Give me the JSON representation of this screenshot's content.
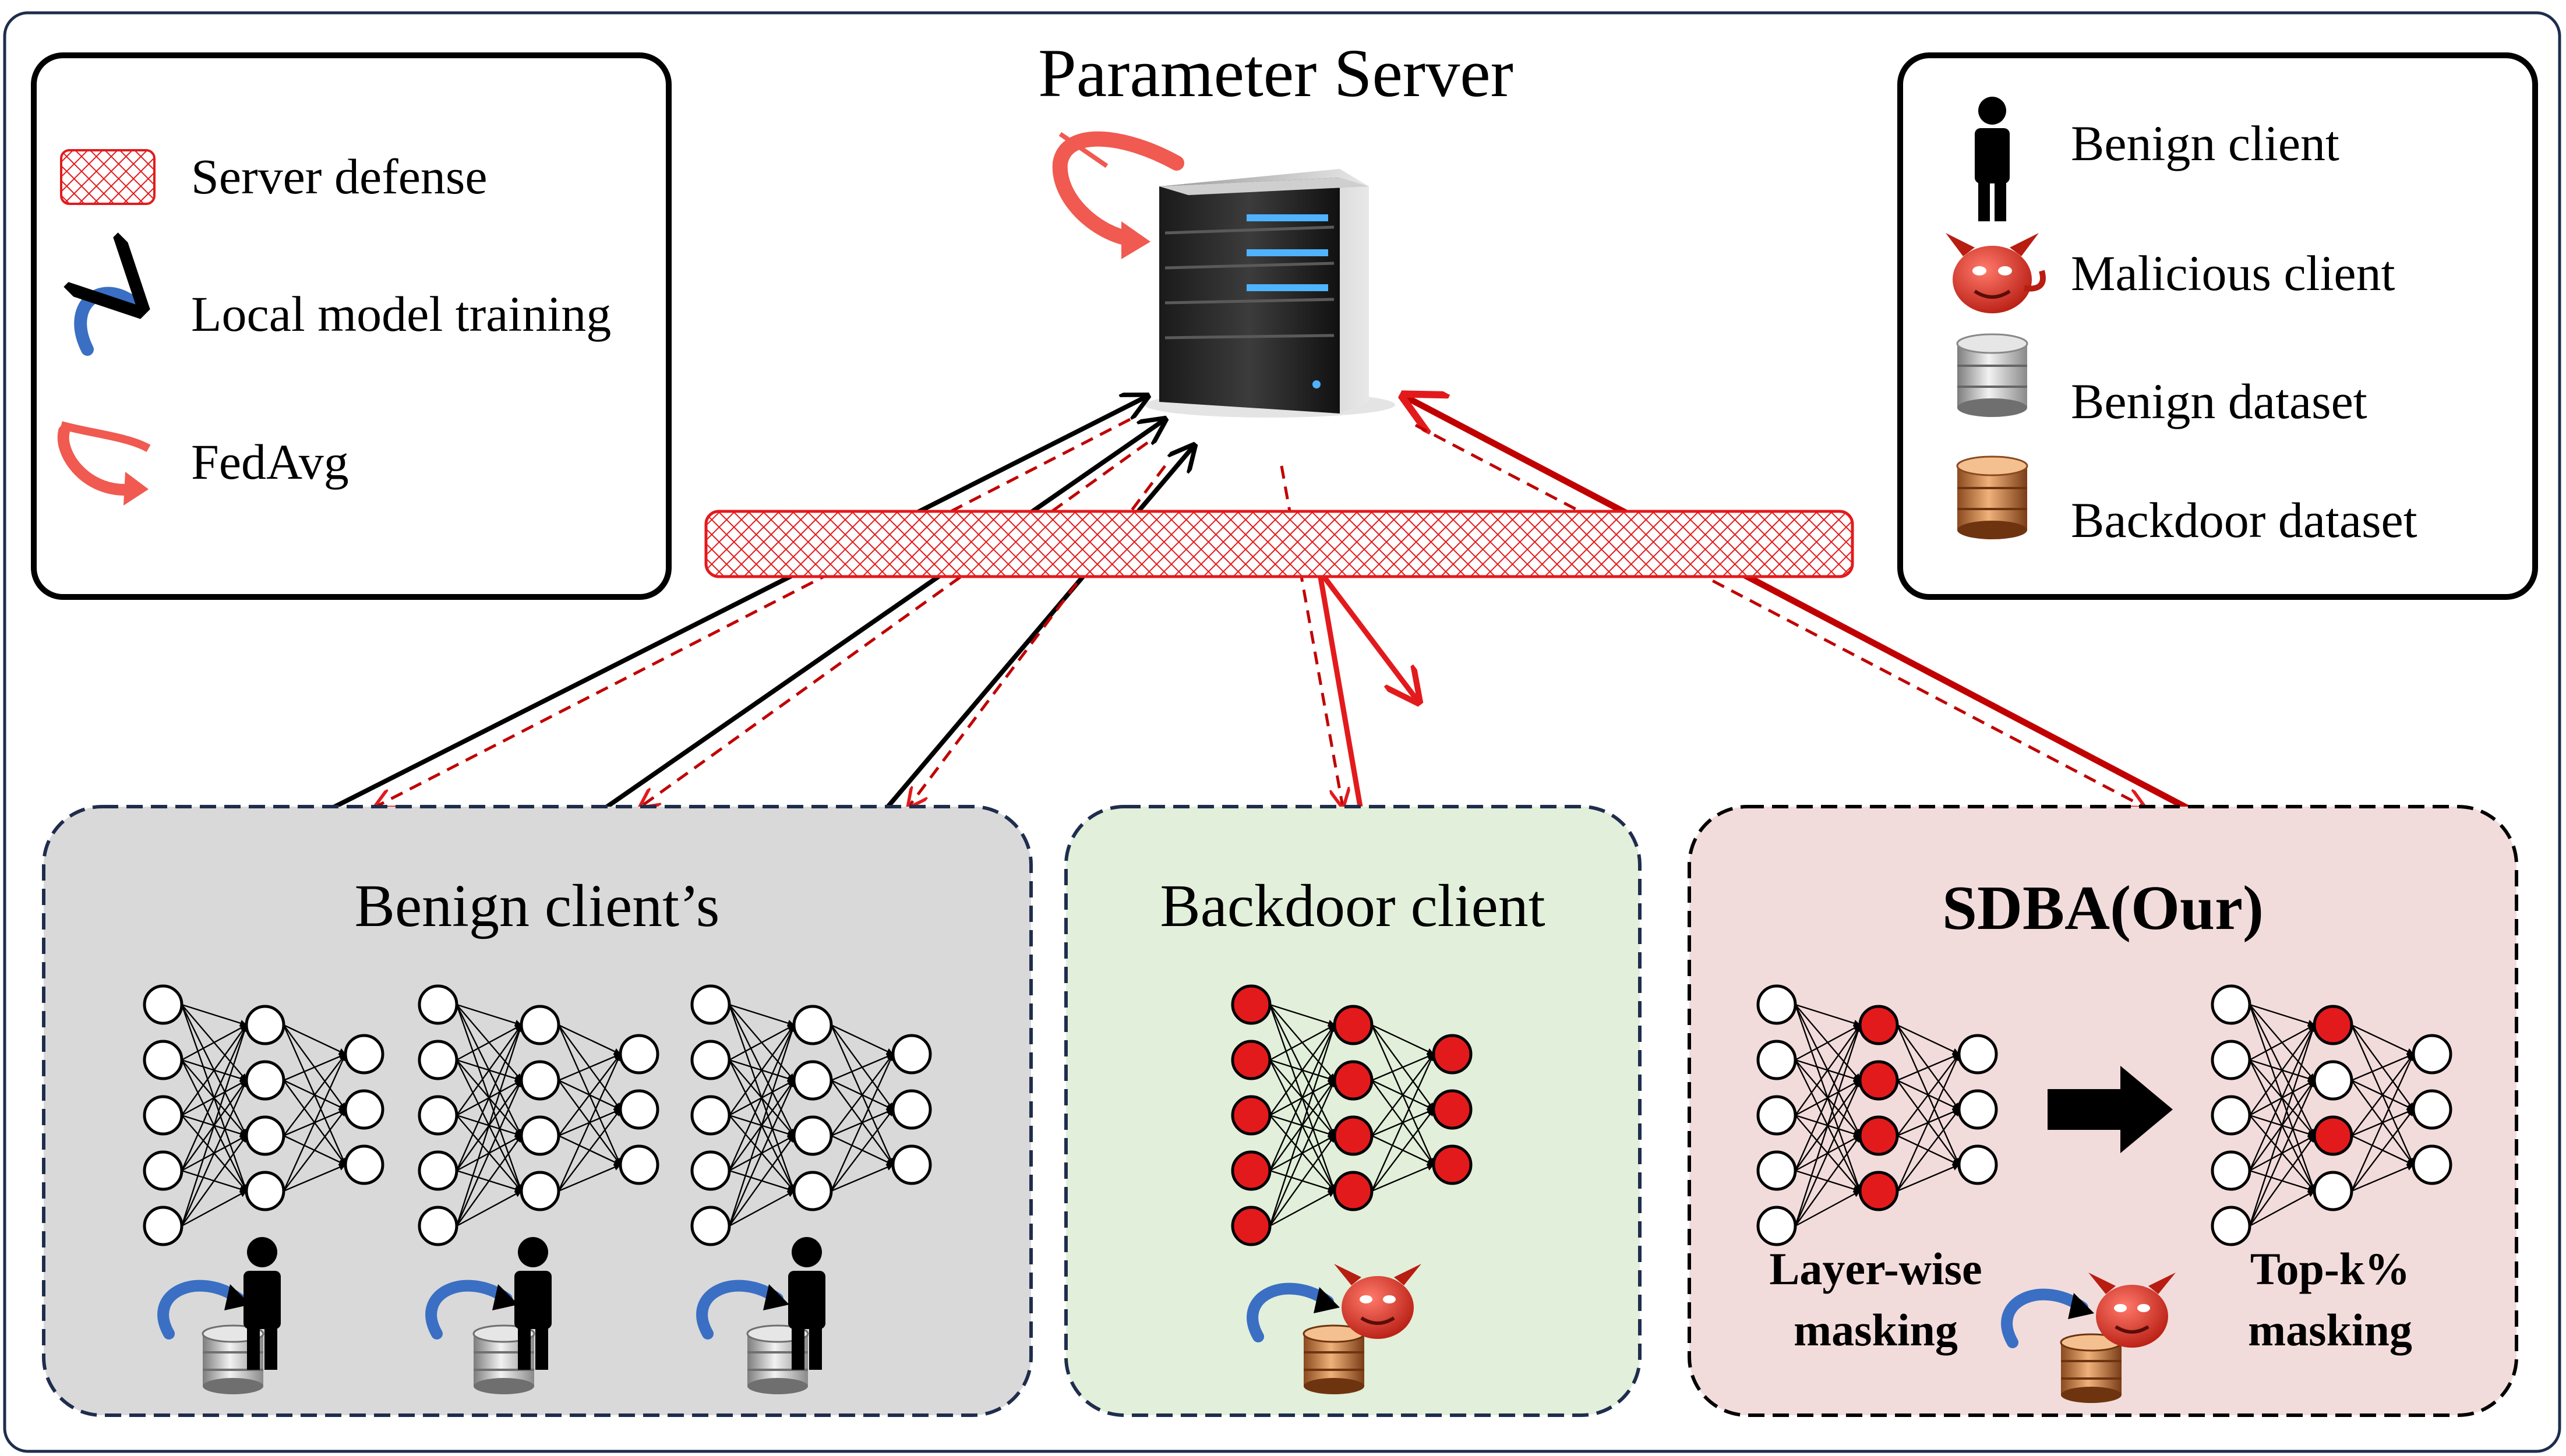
{
  "title": "Parameter Server",
  "legend_left": {
    "items": [
      {
        "label": "Server defense",
        "icon": "hatched-bar-icon"
      },
      {
        "label": "Local model training",
        "icon": "blue-curved-arrow-icon"
      },
      {
        "label": "FedAvg",
        "icon": "red-curved-arrow-icon"
      }
    ]
  },
  "legend_right": {
    "items": [
      {
        "label": "Benign client",
        "icon": "person-icon"
      },
      {
        "label": "Malicious client",
        "icon": "devil-icon"
      },
      {
        "label": "Benign dataset",
        "icon": "gray-database-icon"
      },
      {
        "label": "Backdoor dataset",
        "icon": "bronze-database-icon"
      }
    ]
  },
  "panels": {
    "benign": {
      "title": "Benign client’s"
    },
    "backdoor": {
      "title": "Backdoor client"
    },
    "sdba": {
      "title": "SDBA(Our)",
      "left_caption_line1": "Layer-wise",
      "left_caption_line2": "masking",
      "right_caption_line1": "Top-k%",
      "right_caption_line2": "masking"
    }
  },
  "colors": {
    "red": "#e31a1c",
    "dark_red": "#c00000",
    "blue_arrow": "#3a6fc4",
    "navy_border": "#1f2d4d",
    "benign_fill": "#d9d9d9",
    "backdoor_fill": "#e2efda",
    "sdba_fill": "#f2dcdb"
  }
}
